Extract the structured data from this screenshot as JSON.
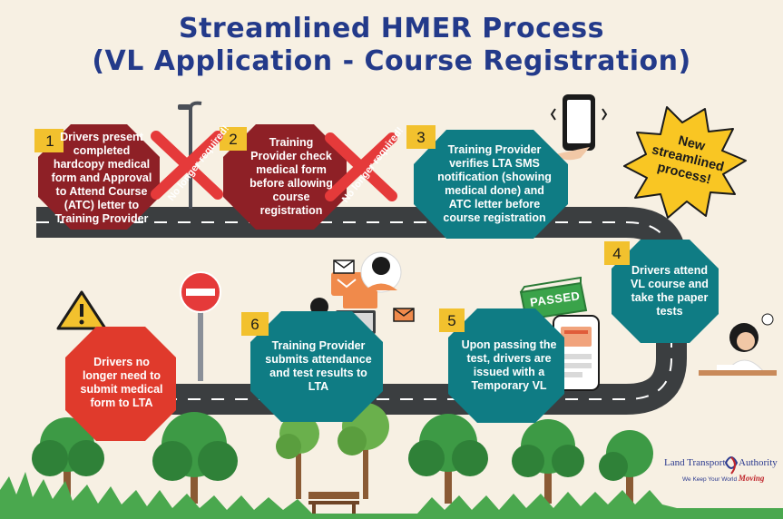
{
  "title": {
    "line1": "Streamlined HMER Process",
    "line2": "(VL Application - Course Registration)"
  },
  "steps": [
    {
      "number": "1",
      "text": "Drivers present completed hardcopy medical form and Approval to Attend Course (ATC) letter to Training Provider",
      "stamp": "No longer required!"
    },
    {
      "number": "2",
      "text": "Training Provider check medical form before allowing course registration",
      "stamp": "No longer required!"
    },
    {
      "number": "3",
      "text": "Training Provider verifies LTA SMS notification (showing medical done) and ATC letter before course registration"
    },
    {
      "number": "4",
      "text": "Drivers attend VL course and take the paper tests"
    },
    {
      "number": "5",
      "text": "Upon passing the test, drivers are issued with a Temporary VL"
    },
    {
      "number": "6",
      "text": "Training Provider submits attendance and test results to LTA"
    }
  ],
  "final_note": "Drivers no longer need to submit medical form to LTA",
  "callout": "New streamlined process!",
  "passed_stamp": "PASSED",
  "logo": {
    "name_left": "Land Transport",
    "name_right": "Authority",
    "tagline_prefix": "We Keep Your World",
    "tagline_emphasis": "Moving"
  },
  "colors": {
    "title": "#233a8a",
    "crossed_step": "#8e2026",
    "active_step": "#0f7c84",
    "final_note": "#e03a2c",
    "number_tab": "#f2c12e",
    "road": "#3b3e40",
    "callout": "#f9c623",
    "cross": "#e53a3a"
  },
  "icons": [
    "no-entry-sign-icon",
    "warning-triangle-icon",
    "mobile-phone-icon",
    "street-lamp-icon",
    "passed-stamp-icon",
    "phone-checklist-icon",
    "email-icon",
    "student-writing-icon",
    "computer-workers-icon",
    "tree-icon",
    "park-bench-icon",
    "lta-logo-icon"
  ]
}
